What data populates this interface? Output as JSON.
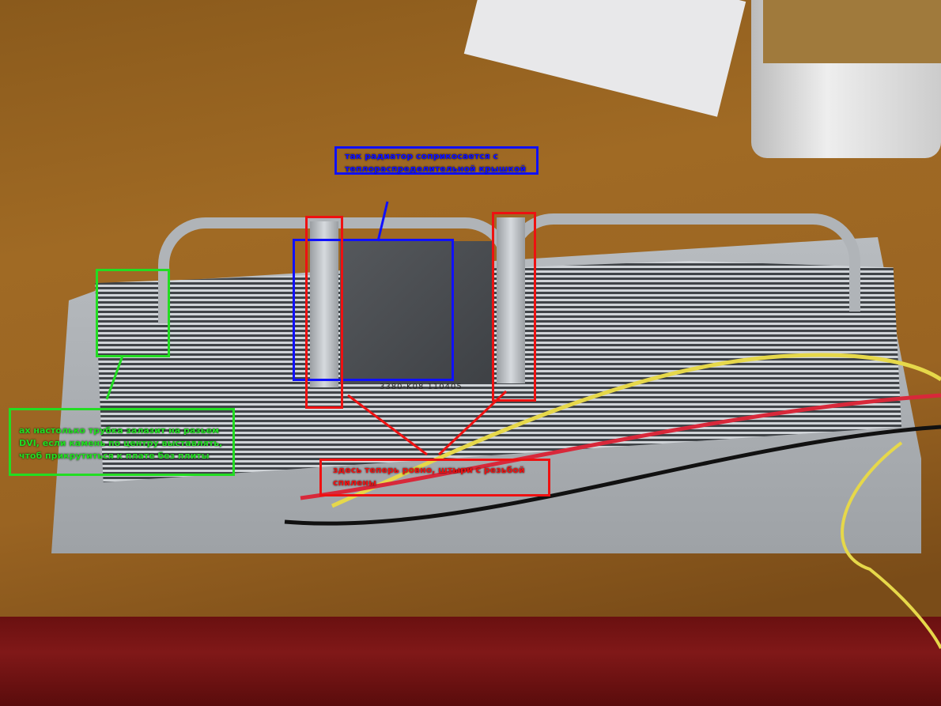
{
  "annotations": {
    "blue": {
      "text": "так радиатор соприкосается с теплораспределительной крышкой",
      "color": "#1010ff"
    },
    "green": {
      "text": "ах настолько трубка залазит на разьем DVI, если камень по центру выставлять, чтоб прикрутиться к плате без плиты",
      "color": "#22dd22"
    },
    "red": {
      "text": "здесь теперь ровно, штыри с резьбой спилены",
      "color": "#ee1111"
    }
  },
  "chip_marking": "3380-K08 110405"
}
